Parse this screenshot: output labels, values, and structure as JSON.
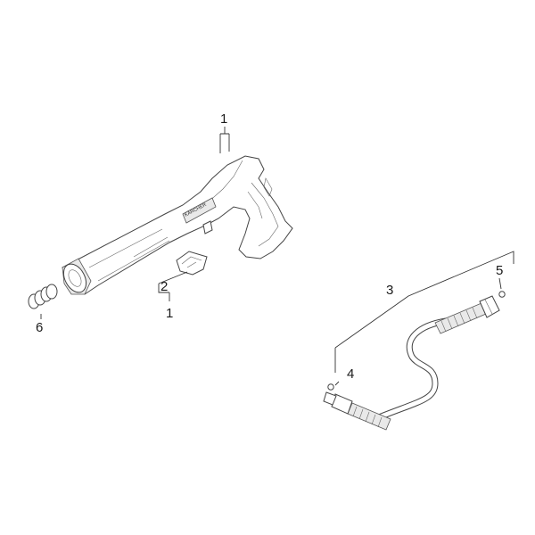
{
  "callouts": {
    "gun_top": "1",
    "clip_upper": "2",
    "clip_lower": "1",
    "hose_assembly": "3",
    "oring_left": "4",
    "oring_right": "5",
    "spring": "6"
  },
  "gun_badge": "KÄRCHER",
  "colors": {
    "line": "#444444",
    "text": "#1a1a1a",
    "background": "#ffffff"
  }
}
